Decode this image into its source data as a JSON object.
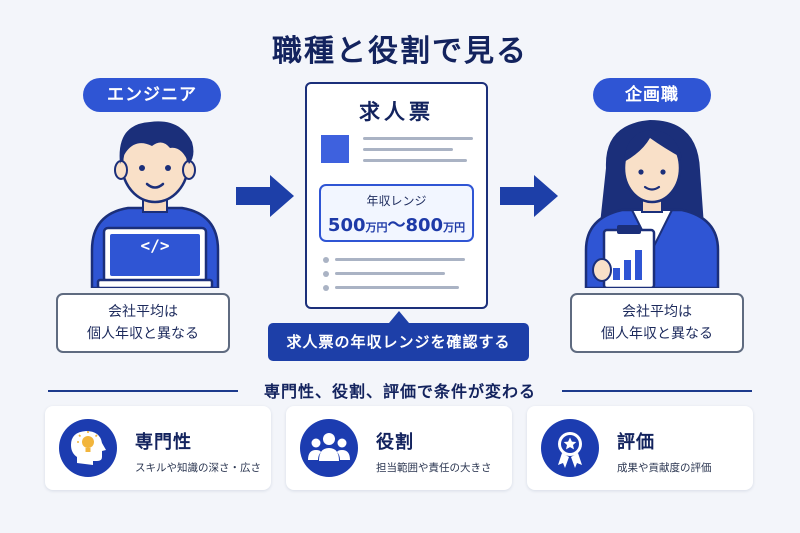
{
  "title": "職種と役割で見る",
  "left_person": {
    "label": "エンジニア",
    "laptop_code": "</>",
    "note_line1": "会社平均は",
    "note_line2": "個人年収と異なる"
  },
  "right_person": {
    "label": "企画職",
    "note_line1": "会社平均は",
    "note_line2": "個人年収と異なる"
  },
  "job_posting": {
    "title": "求人票",
    "range_label": "年収レンジ",
    "range_low": "500",
    "range_low_unit": "万円",
    "range_sep": "～",
    "range_high": "800",
    "range_high_unit": "万円"
  },
  "banner": "求人票の年収レンジを確認する",
  "subheading": "専門性、役割、評価で条件が変わる",
  "cards": [
    {
      "title": "専門性",
      "desc": "スキルや知識の深さ・広さ",
      "icon": "brain-head-icon"
    },
    {
      "title": "役割",
      "desc": "担当範囲や責任の大きさ",
      "icon": "team-icon"
    },
    {
      "title": "評価",
      "desc": "成果や貢献度の評価",
      "icon": "award-medal-icon"
    }
  ],
  "colors": {
    "primary": "#2f55d4",
    "dark": "#13235e",
    "banner": "#1d3fa8",
    "background": "#f3f5fa"
  }
}
